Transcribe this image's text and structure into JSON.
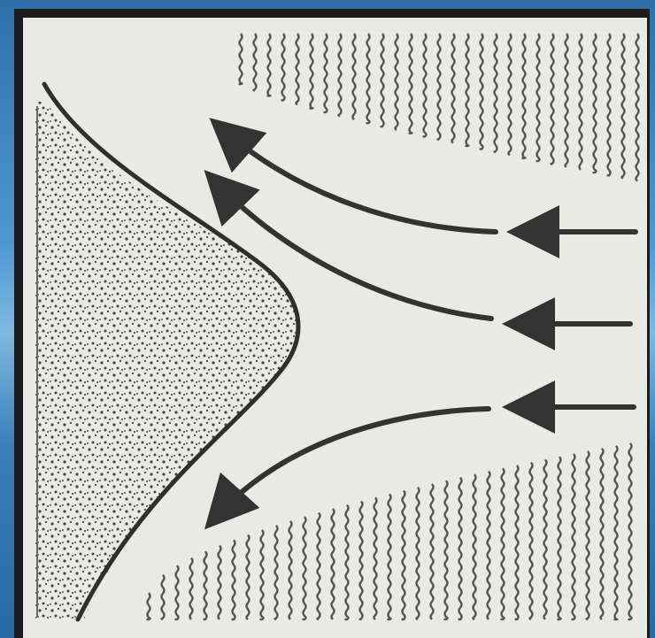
{
  "diagram": {
    "colors": {
      "ink": "#3a3a3a",
      "paper": "#e9e9e6",
      "border": "#1c1c1c",
      "background": "#3c7fb8"
    },
    "elements": [
      "shore-landmass",
      "coastline",
      "upper-wave-field",
      "lower-wave-field",
      "current-arrows"
    ]
  }
}
